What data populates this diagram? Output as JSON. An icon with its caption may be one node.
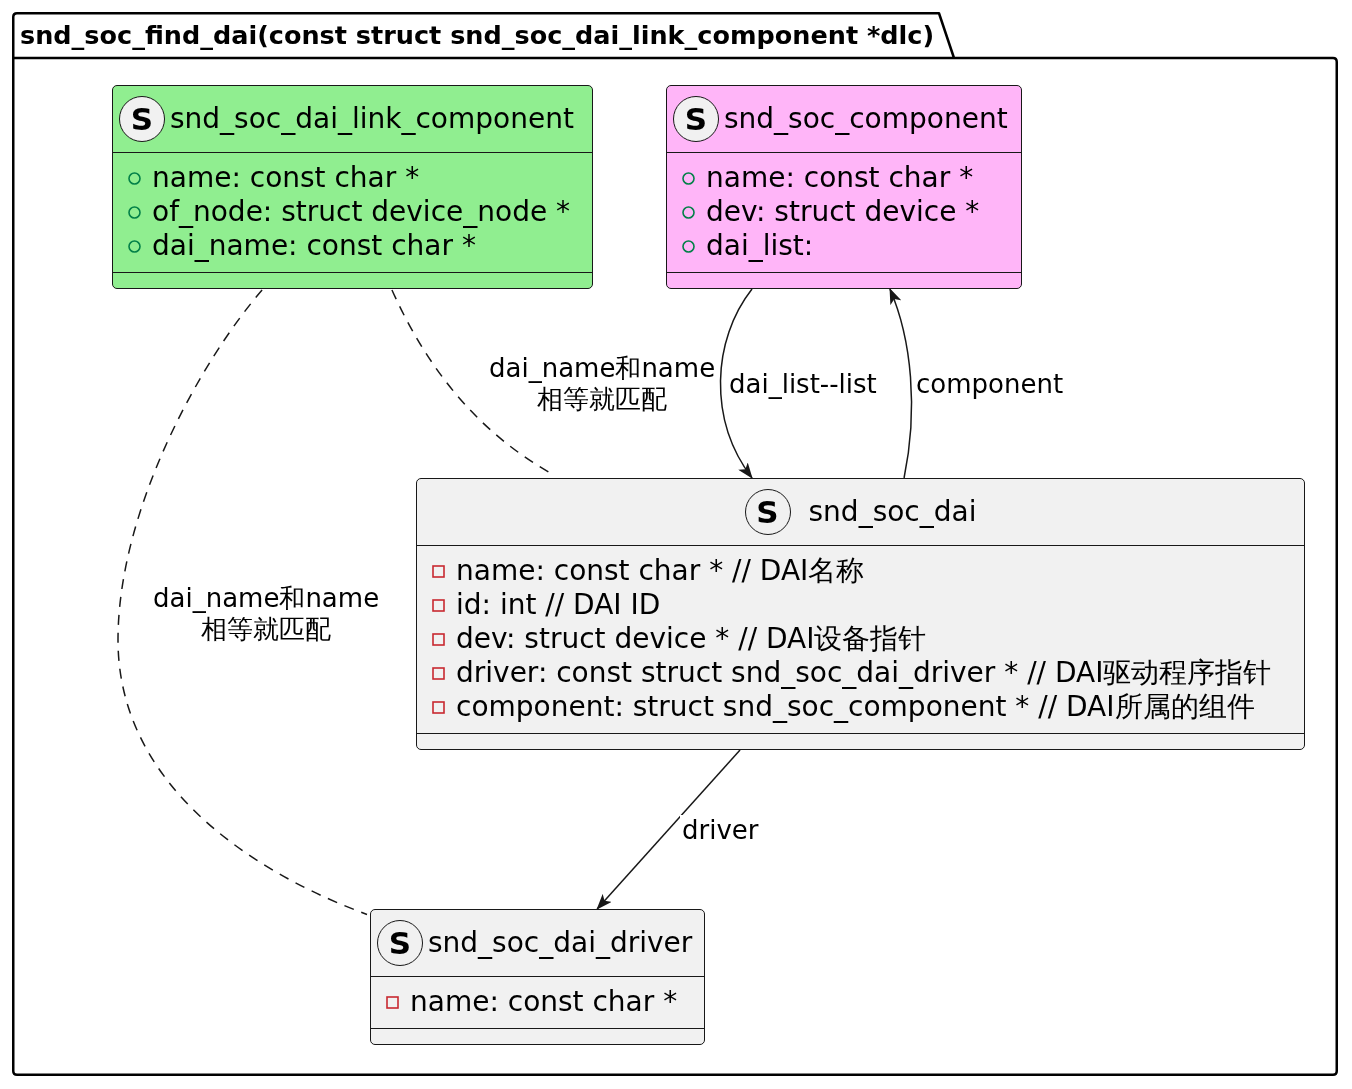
{
  "diagram": {
    "nodes": [
      {
        "text": [
          "snd_soc_find_dai(const struct snd_soc_dai_link_component *dlc)"
        ]
      },
      {
        "text": [
          "S",
          "snd_soc_dai_link_component",
          "name: const char *",
          "of_node: struct device_node *",
          "dai_name: const char *"
        ],
        "in": 0
      },
      {
        "text": [
          "S",
          "snd_soc_component",
          "name: const char *",
          "dev: struct device *",
          "dai_list:"
        ],
        "in": 0
      },
      {
        "text": [
          "S",
          "snd_soc_dai",
          "name: const char * // DAI名称",
          "id: int // DAI ID",
          "dev: struct device * // DAI设备指针",
          "driver: const struct snd_soc_dai_driver * // DAI驱动程序指针",
          "component: struct snd_soc_component * // DAI所属的组件"
        ],
        "in": 0
      },
      {
        "text": [
          "S",
          "snd_soc_dai_driver",
          "name: const char *"
        ],
        "in": 0
      }
    ],
    "edges": [
      {
        "from": 1,
        "to": 3,
        "arrow": "none",
        "style": "dashed",
        "label": "dai_name和name 相等就匹配"
      },
      {
        "from": 1,
        "to": 4,
        "arrow": "none",
        "style": "dashed",
        "label": "dai_name和name 相等就匹配"
      },
      {
        "from": 2,
        "to": 3,
        "arrow": "to",
        "label": "dai_list--list"
      },
      {
        "from": 3,
        "to": 2,
        "arrow": "to",
        "label": "component"
      },
      {
        "from": 3,
        "to": 4,
        "arrow": "to",
        "label": "driver"
      }
    ]
  }
}
